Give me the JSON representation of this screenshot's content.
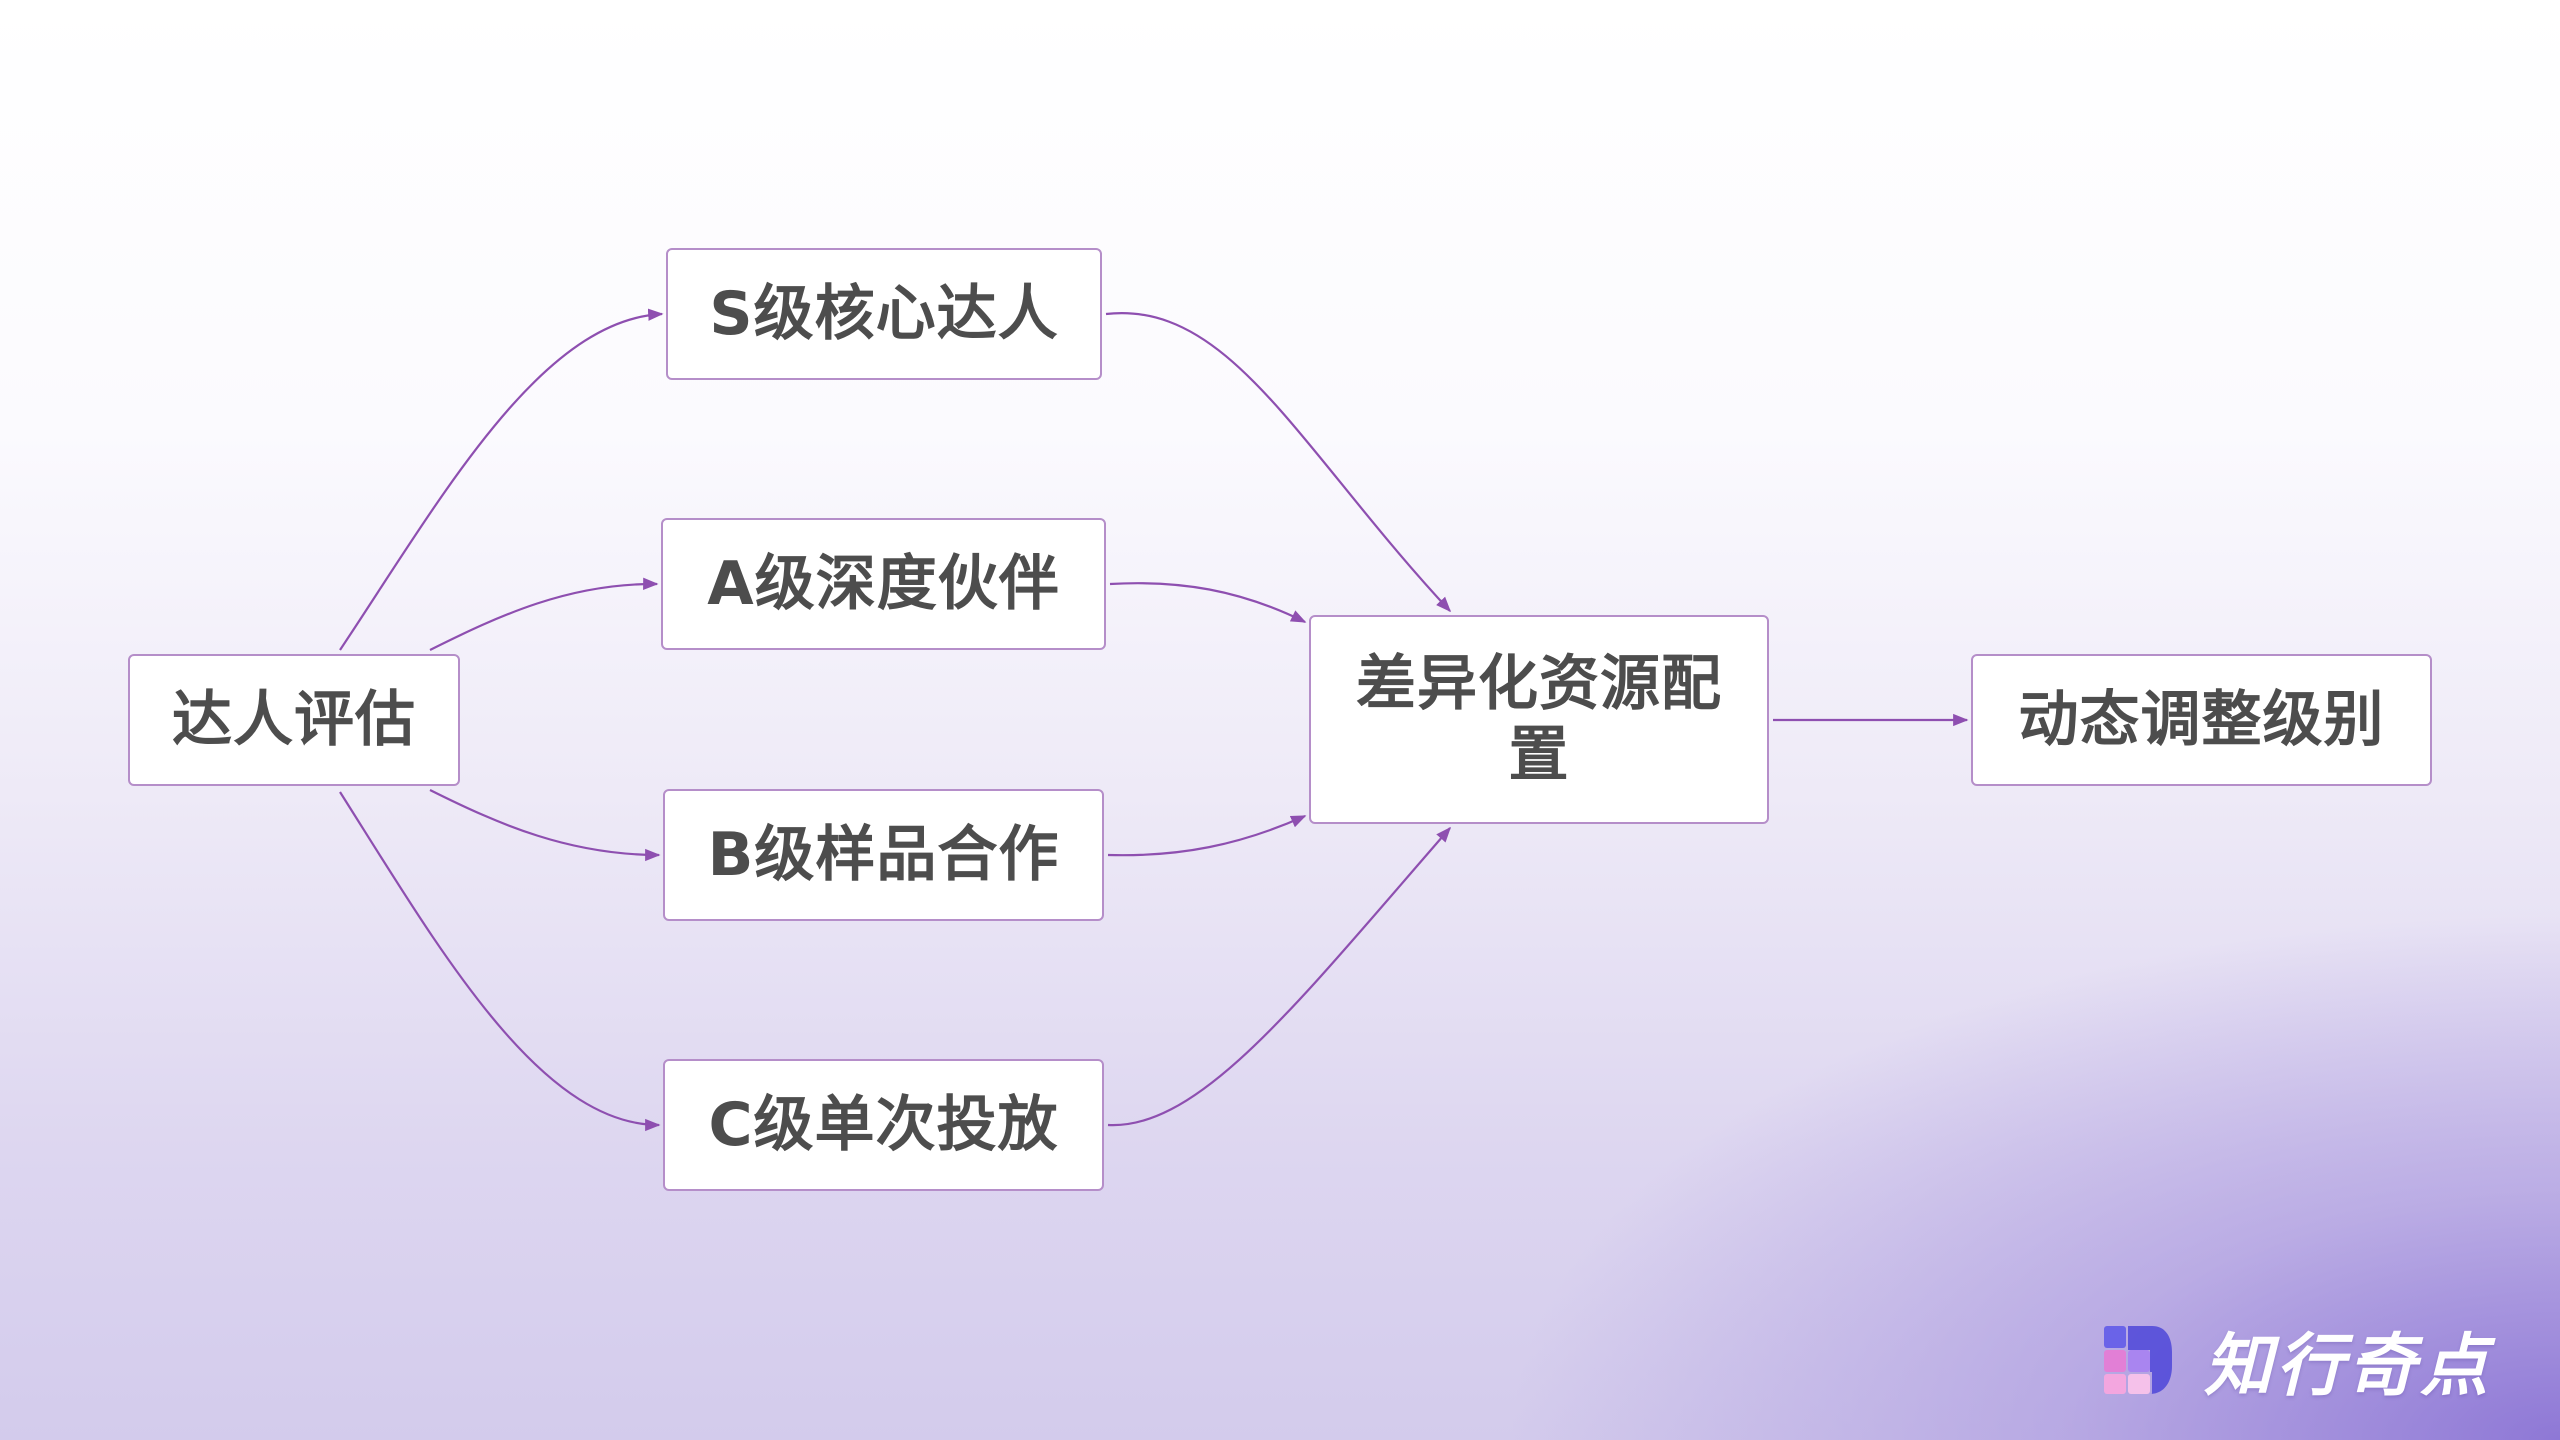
{
  "diagram": {
    "nodes": {
      "eval": "达人评估",
      "s": "S级核心达人",
      "a": "A级深度伙伴",
      "b": "B级样品合作",
      "c": "C级单次投放",
      "alloc": "差异化资源配置",
      "adjust": "动态调整级别"
    },
    "edges": [
      [
        "eval",
        "s"
      ],
      [
        "eval",
        "a"
      ],
      [
        "eval",
        "b"
      ],
      [
        "eval",
        "c"
      ],
      [
        "s",
        "alloc"
      ],
      [
        "a",
        "alloc"
      ],
      [
        "b",
        "alloc"
      ],
      [
        "c",
        "alloc"
      ],
      [
        "alloc",
        "adjust"
      ]
    ],
    "edge_color": "#8e4fb0",
    "node_border_color": "#b58ec9"
  },
  "logo": {
    "text": "知行奇点",
    "icon": "logo-mark-icon"
  }
}
